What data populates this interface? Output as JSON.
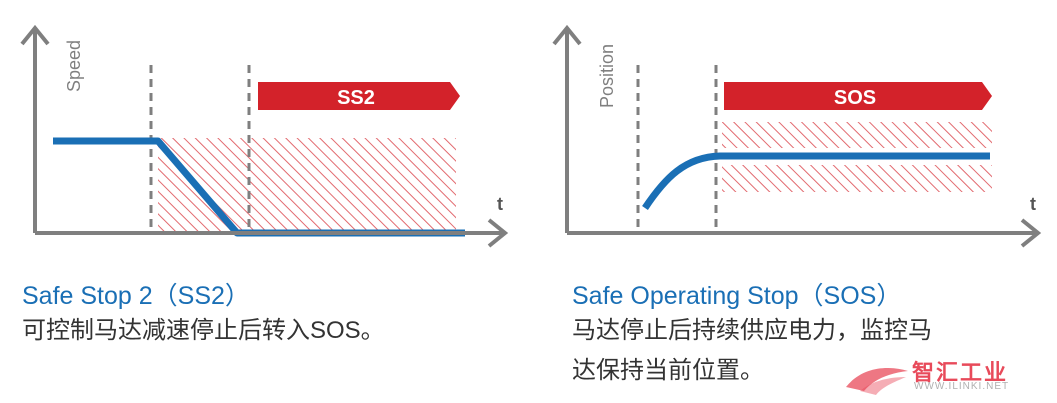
{
  "colors": {
    "axis": "#7f7f7f",
    "curve": "#1a6fb5",
    "banner": "#d3222a",
    "hatch": "#e26a6f",
    "title_text": "#1a6fb5",
    "body_text": "#333333",
    "watermark": "#e84a5a"
  },
  "diagram_left": {
    "y_axis_label": "Speed",
    "x_axis_label": "t",
    "banner_label": "SS2",
    "title": "Safe Stop 2（SS2）",
    "description": "可控制马达减速停止后转入SOS。"
  },
  "diagram_right": {
    "y_axis_label": "Position",
    "x_axis_label": "t",
    "banner_label": "SOS",
    "title": "Safe Operating Stop（SOS）",
    "description_line1": "马达停止后持续供应电力，监控马",
    "description_line2": "达保持当前位置。"
  },
  "watermark": {
    "text": "智汇工业",
    "url": "WWW.ILINKI.NET"
  }
}
